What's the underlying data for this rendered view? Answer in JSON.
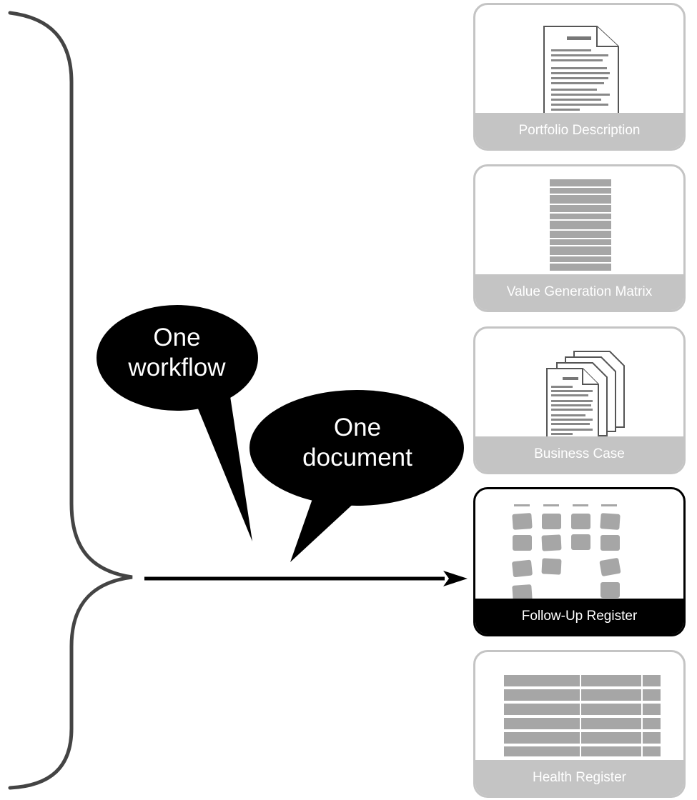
{
  "bubbles": {
    "workflow": "One\nworkflow",
    "document": "One\ndocument"
  },
  "cards": [
    {
      "label": "Portfolio Description",
      "icon": "document-icon",
      "active": false
    },
    {
      "label": "Value Generation Matrix",
      "icon": "matrix-icon",
      "active": false
    },
    {
      "label": "Business Case",
      "icon": "document-stack-icon",
      "active": false
    },
    {
      "label": "Follow-Up Register",
      "icon": "kanban-board-icon",
      "active": true
    },
    {
      "label": "Health Register",
      "icon": "table-grid-icon",
      "active": false
    }
  ],
  "colors": {
    "inactive": "#c4c4c4",
    "active": "#000000",
    "bubble": "#000000",
    "brace": "#444444"
  }
}
